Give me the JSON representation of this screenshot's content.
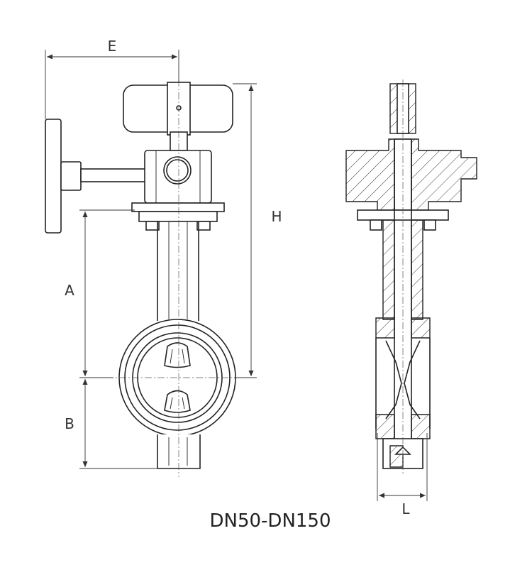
{
  "dimensions": {
    "E": "E",
    "H": "H",
    "A": "A",
    "B": "B",
    "L": "L"
  },
  "caption": "DN50-DN150"
}
